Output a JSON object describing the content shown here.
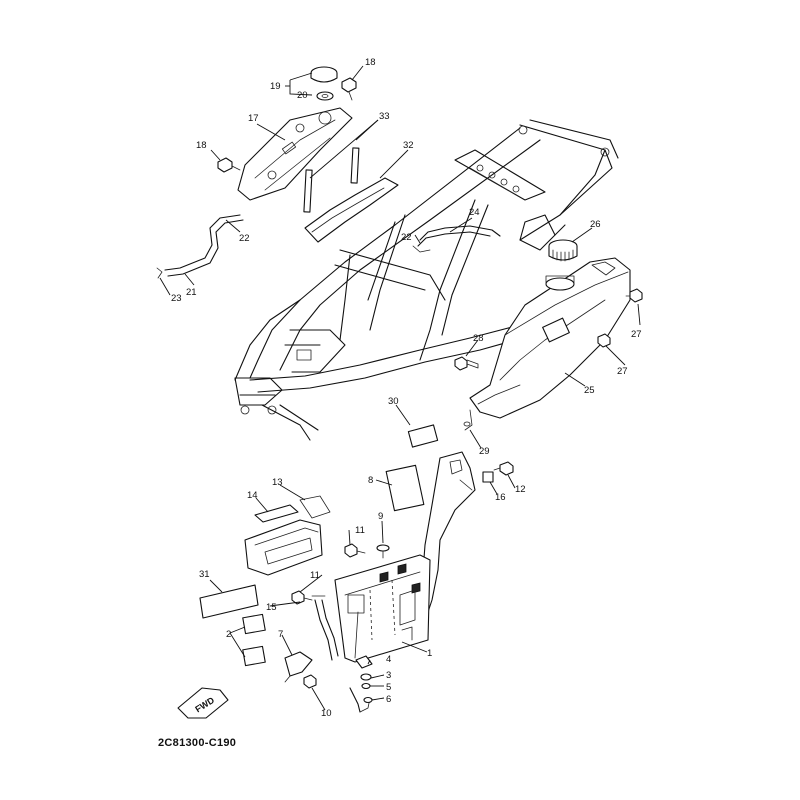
{
  "diagram": {
    "code": "2C81300-C190",
    "fwd_label": "FWD",
    "callouts": [
      "1",
      "2",
      "3",
      "4",
      "5",
      "6",
      "7",
      "8",
      "9",
      "10",
      "11",
      "11",
      "12",
      "13",
      "14",
      "15",
      "16",
      "17",
      "18",
      "18",
      "19",
      "20",
      "21",
      "22",
      "22",
      "23",
      "24",
      "25",
      "26",
      "27",
      "27",
      "28",
      "29",
      "30",
      "31",
      "32",
      "33"
    ]
  }
}
